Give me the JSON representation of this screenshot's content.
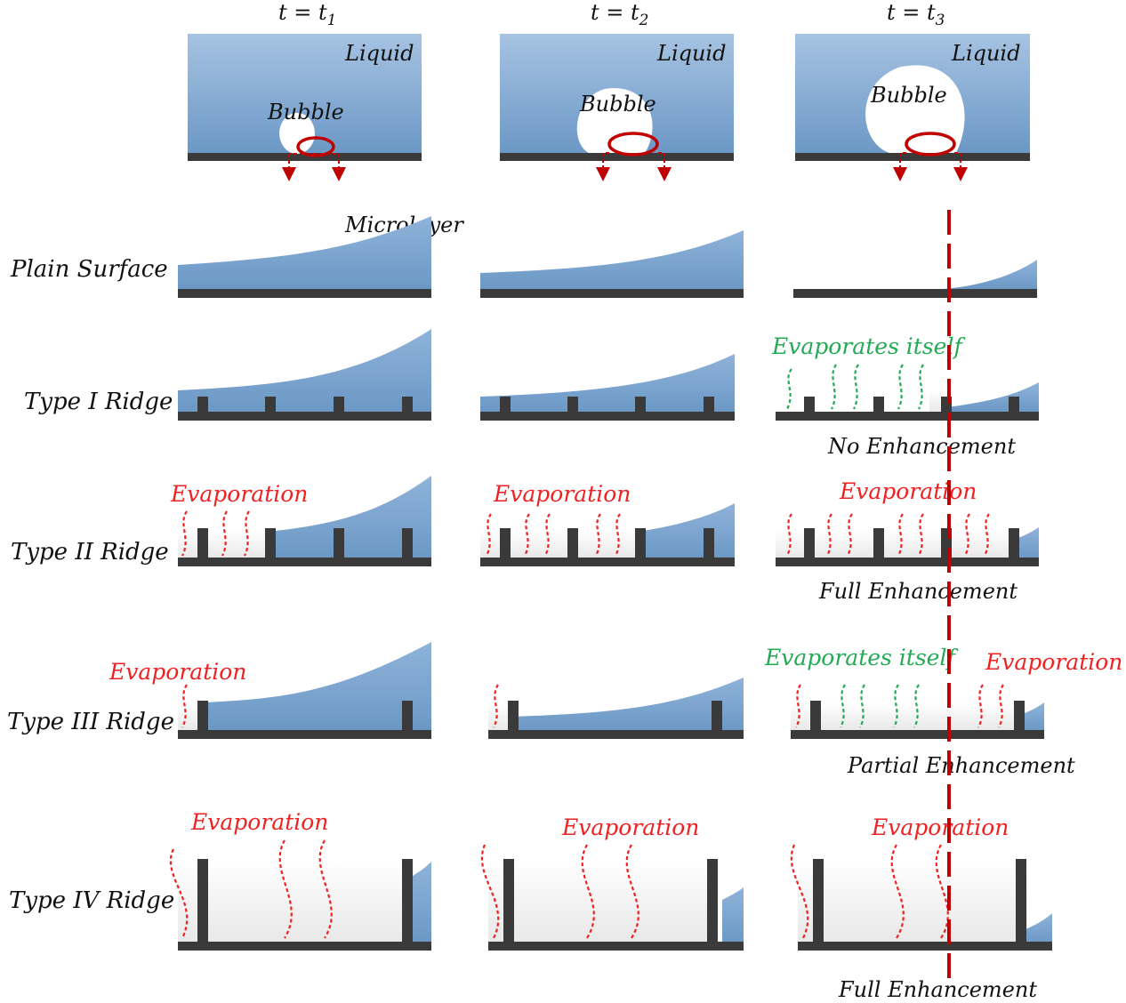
{
  "times": [
    "t = t",
    "t = t",
    "t = t"
  ],
  "time_subs": [
    "1",
    "2",
    "3"
  ],
  "liquid_label": "Liquid",
  "bubble_label": "Bubble",
  "microlayer_label": "Microlayer",
  "rows": {
    "plain": "Plain Surface",
    "type1": "Type I Ridge",
    "type2": "Type II Ridge",
    "type3": "Type III Ridge",
    "type4": "Type IV Ridge"
  },
  "annotations": {
    "evaporation": "Evaporation",
    "evaporates_itself": "Evaporates itself",
    "no_enhancement": "No Enhancement",
    "full_enhancement": "Full Enhancement",
    "partial_enhancement": "Partial Enhancement"
  },
  "colors": {
    "liquid": "#6f9bc8",
    "surface": "#3a3a3a",
    "highlight": "#c00000",
    "evaporation": "#ee2222",
    "self_evaporation": "#22aa55"
  }
}
